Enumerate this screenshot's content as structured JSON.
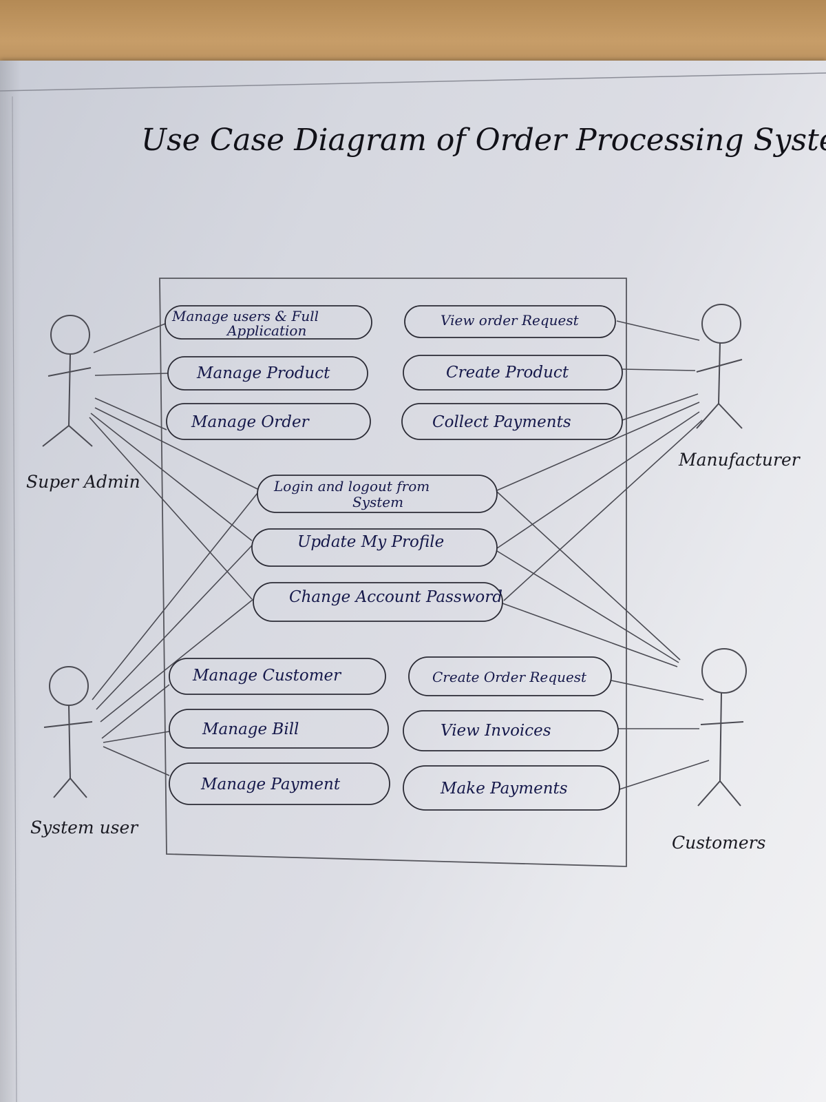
{
  "title": "Use Case Diagram of Order Processing System",
  "actors": {
    "super_admin": "Super Admin",
    "system_user": "System user",
    "manufacturer": "Manufacturer",
    "customers": "Customers"
  },
  "use_cases": {
    "manage_users_line1": "Manage users & Full",
    "manage_users_line2": "Application",
    "manage_product": "Manage Product",
    "manage_order": "Manage Order",
    "view_order_request": "View order Request",
    "create_product": "Create Product",
    "collect_payments": "Collect Payments",
    "login_line1": "Login and logout from",
    "login_line2": "System",
    "update_profile": "Update My Profile",
    "change_password": "Change Account Password",
    "manage_customer": "Manage Customer",
    "manage_bill": "Manage Bill",
    "manage_payment": "Manage Payment",
    "create_order_request": "Create Order Request",
    "view_invoices": "View Invoices",
    "make_payments": "Make Payments"
  },
  "colors": {
    "ink": "#15184a",
    "pencil": "#4a4a52",
    "paper": "#dcdde4"
  }
}
